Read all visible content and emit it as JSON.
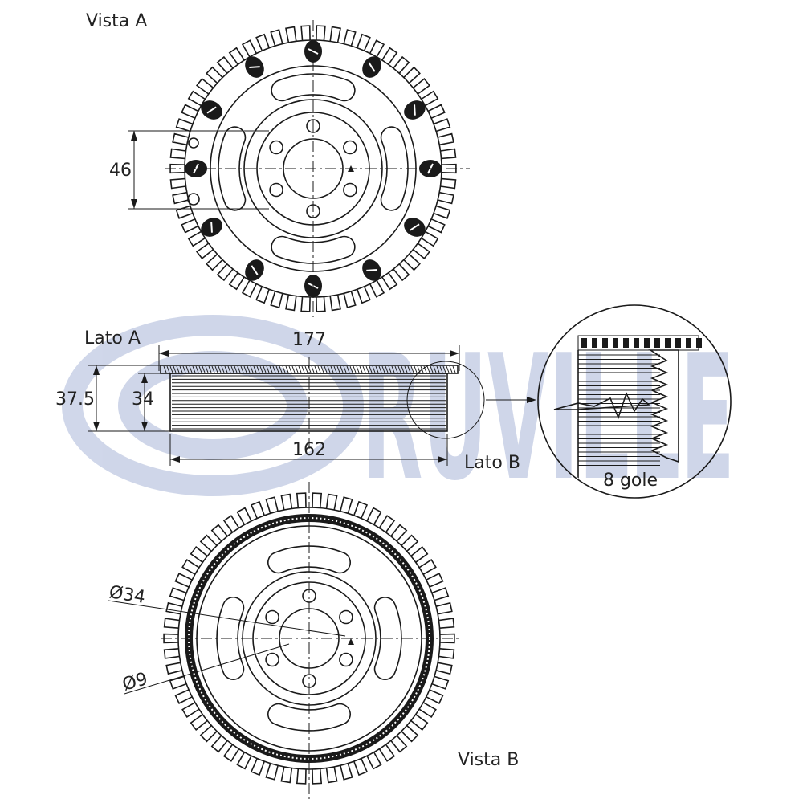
{
  "labels": {
    "view_a": "Vista A",
    "side_a": "Lato A",
    "side_b": "Lato B",
    "view_b": "Vista B"
  },
  "dimensions": {
    "d46": "46",
    "d177": "177",
    "d162": "162",
    "d37_5": "37.5",
    "d34": "34",
    "phi34": "Ø34",
    "phi9": "Ø9"
  },
  "detail": {
    "grooves": "8 gole"
  },
  "watermark": {
    "text": "RUVILLE",
    "color": "#1f3a8a"
  },
  "colors": {
    "line": "#1a1a1a",
    "watermark": "#2b4a9e"
  },
  "icons": {
    "logo": "ruville-logo"
  }
}
